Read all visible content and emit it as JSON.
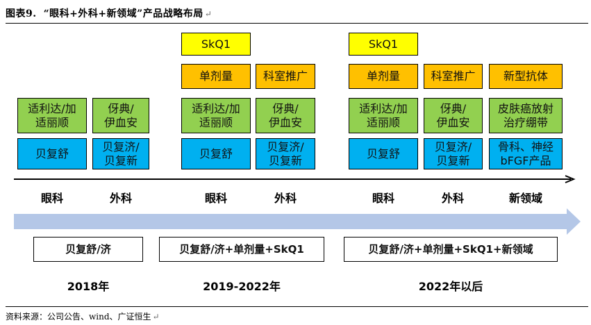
{
  "header": {
    "figure_no": "图表9.",
    "title": "“眼科+外科+新领域”产品战略布局",
    "return_mark": "↵"
  },
  "columns": {
    "c1": {
      "blue": "贝复舒",
      "green": "适利达/加\n适丽顺"
    },
    "c2": {
      "blue": "贝复济/\n贝复新",
      "green": "伢典/\n伊血安"
    },
    "c3": {
      "blue": "贝复舒",
      "green": "适利达/加\n适丽顺",
      "orange": "单剂量",
      "yellow": "SkQ1"
    },
    "c4": {
      "blue": "贝复济/\n贝复新",
      "green": "伢典/\n伊血安",
      "orange": "科室推广"
    },
    "c5": {
      "blue": "贝复舒",
      "green": "适利达/加\n适丽顺",
      "orange": "单剂量",
      "yellow": "SkQ1"
    },
    "c6": {
      "blue": "贝复济/\n贝复新",
      "green": "伢典/\n伊血安",
      "orange": "科室推广"
    },
    "c7": {
      "blue": "骨科、神经\nbFGF产品",
      "green": "皮肤癌放射\n治疗绷带",
      "orange": "新型抗体"
    }
  },
  "categories": [
    "眼科",
    "外科",
    "眼科",
    "外科",
    "眼科",
    "外科",
    "新领域"
  ],
  "strategies": [
    "贝复舒/济",
    "贝复舒/济+单剂量+SkQ1",
    "贝复舒/济+单剂量+SkQ1+新领域"
  ],
  "years": [
    "2018年",
    "2019-2022年",
    "2022年以后"
  ],
  "source": "资料来源：公司公告、wind、广证恒生",
  "colors": {
    "yellow": "#ffff00",
    "orange": "#ffc000",
    "green": "#92d050",
    "blue": "#00b0f0",
    "arrow": "#b4c7e7"
  }
}
